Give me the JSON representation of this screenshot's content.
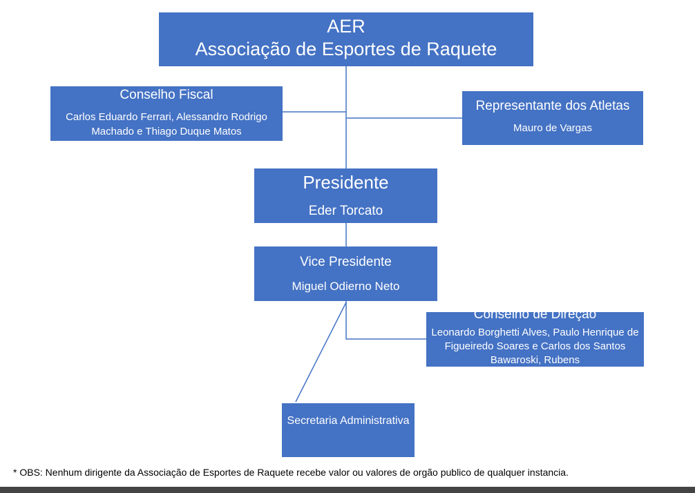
{
  "colors": {
    "box_fill": "#4472c4",
    "box_text": "#ffffff",
    "connector": "#4472c4",
    "footer_bar": "#444444"
  },
  "nodes": {
    "aer": {
      "title": "AER",
      "subtitle": "Associação de Esportes de Raquete"
    },
    "conselho_fiscal": {
      "title": "Conselho Fiscal",
      "members": "Carlos Eduardo Ferrari, Alessandro Rodrigo Machado e Thiago Duque Matos"
    },
    "representante_atletas": {
      "title": "Representante dos Atletas",
      "member": "Mauro de Vargas"
    },
    "presidente": {
      "title": "Presidente",
      "member": "Eder Torcato"
    },
    "vice_presidente": {
      "title": "Vice Presidente",
      "member": "Miguel Odierno Neto"
    },
    "conselho_direcao": {
      "title": "Conselho de Direção",
      "members": "Leonardo Borghetti Alves, Paulo Henrique de Figueiredo Soares e Carlos dos Santos Bawaroski, Rubens"
    },
    "secretaria": {
      "title": "Secretaria Administrativa"
    }
  },
  "footnote": "* OBS: Nenhum dirigente da Associação de Esportes de Raquete recebe valor ou valores de orgão publico de qualquer instancia."
}
